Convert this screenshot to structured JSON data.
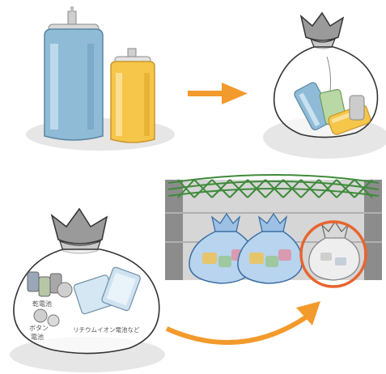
{
  "illustration": {
    "colors": {
      "shadow": "#e6e6e6",
      "spray_can_blue": "#8fbbd6",
      "spray_can_yellow": "#f6c64a",
      "arrow_orange": "#f39a2c",
      "bag_outline": "#333333",
      "bag_knot": "#9a9a9a",
      "net_green": "#3f8a3a",
      "collection_wall": "#8c8c8c",
      "bag_blue": "#b8d4ee",
      "highlight_circle": "#e8642f"
    },
    "bag_labels": {
      "batteries": "乾電池",
      "button_batteries_line1": "ボタン",
      "button_batteries_line2": "電池",
      "lithium_ion": "リチウムイオン電池など"
    },
    "icons": [
      "spray-can-icon",
      "clear-bag-icon",
      "arrow-right-icon",
      "collection-point-icon",
      "curved-arrow-icon"
    ]
  }
}
